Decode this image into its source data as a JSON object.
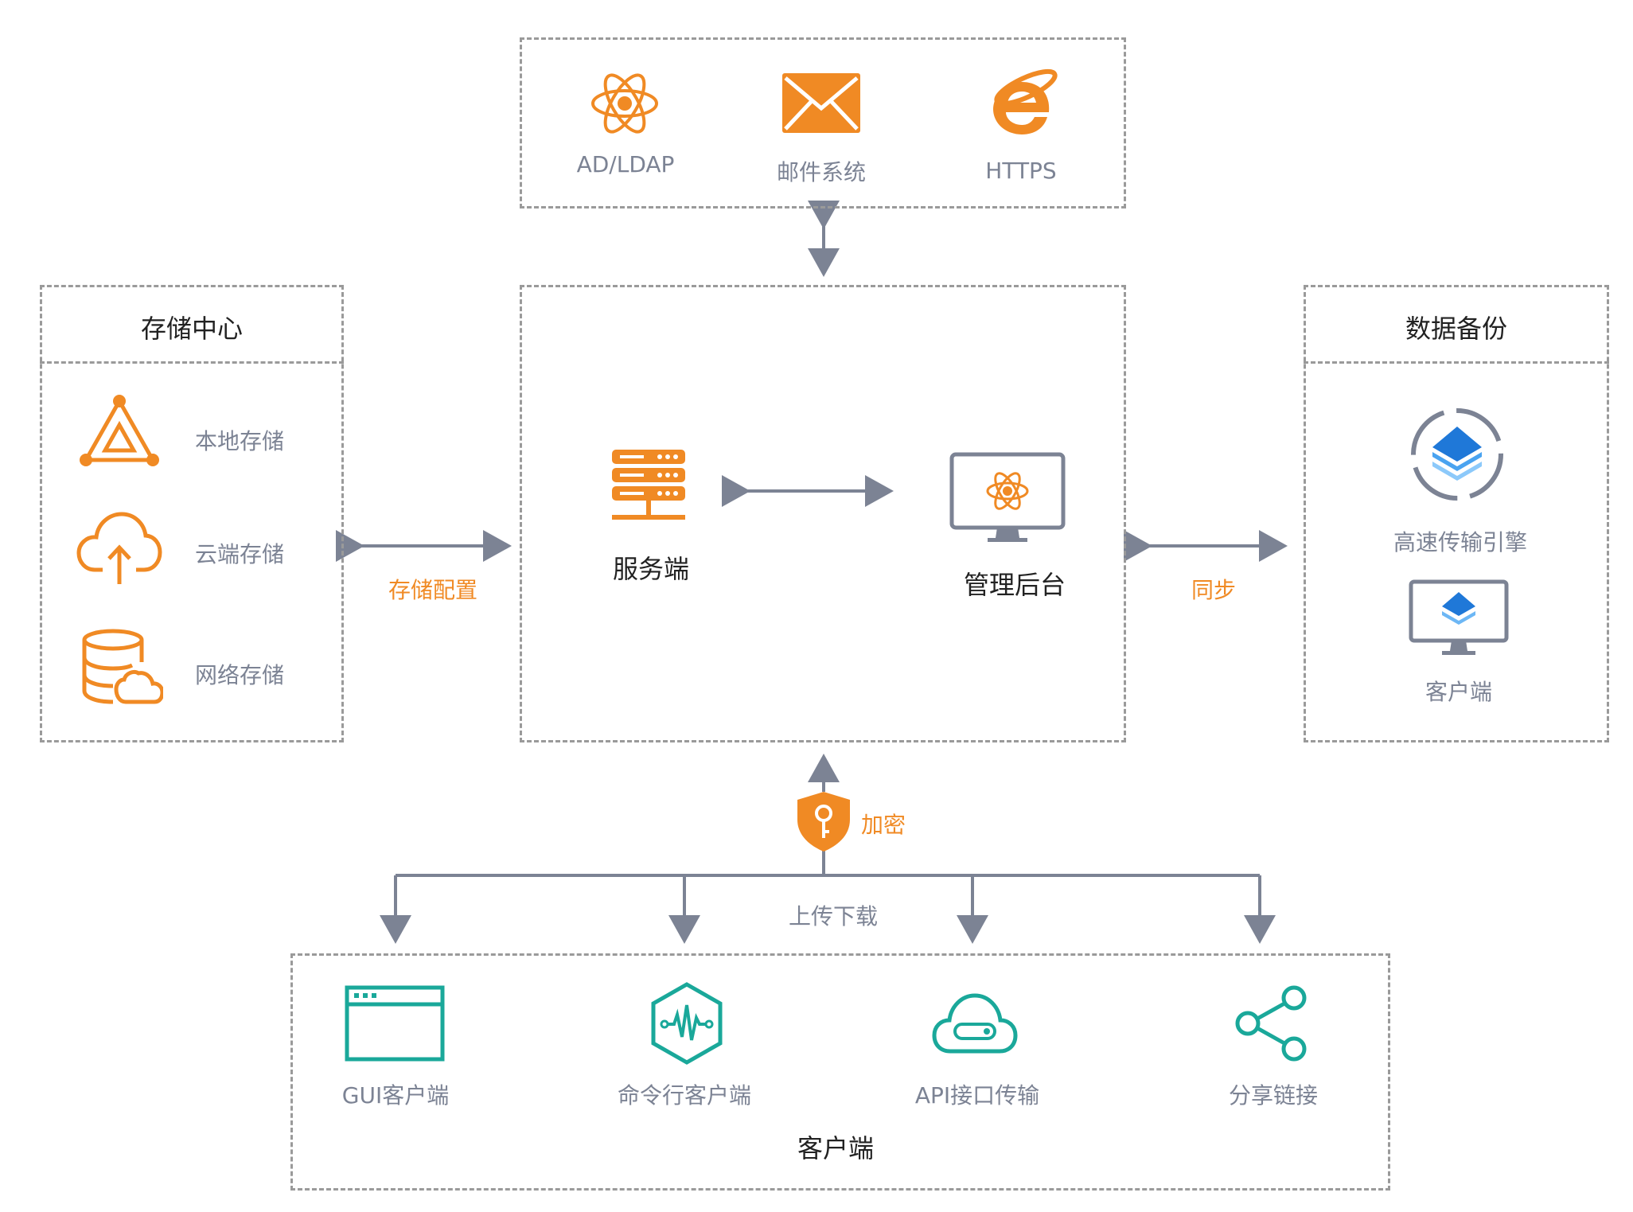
{
  "top_services": {
    "items": [
      {
        "label": "AD/LDAP",
        "icon": "atom-icon"
      },
      {
        "label": "邮件系统",
        "icon": "mail-icon"
      },
      {
        "label": "HTTPS",
        "icon": "ie-browser-icon"
      }
    ]
  },
  "storage_center": {
    "title": "存储中心",
    "items": [
      {
        "label": "本地存储",
        "icon": "triangle-nodes-icon"
      },
      {
        "label": "云端存储",
        "icon": "cloud-upload-icon"
      },
      {
        "label": "网络存储",
        "icon": "database-cloud-icon"
      }
    ]
  },
  "core": {
    "server_label": "服务端",
    "admin_label": "管理后台"
  },
  "backup": {
    "title": "数据备份",
    "engine_label": "高速传输引擎",
    "client_label": "客户端"
  },
  "connectors": {
    "storage_config": "存储配置",
    "sync": "同步",
    "encrypt": "加密",
    "upload_download": "上传下载"
  },
  "clients": {
    "title": "客户端",
    "items": [
      {
        "label": "GUI客户端",
        "icon": "window-icon"
      },
      {
        "label": "命令行客户端",
        "icon": "terminal-wave-icon"
      },
      {
        "label": "API接口传输",
        "icon": "cloud-api-icon"
      },
      {
        "label": "分享链接",
        "icon": "share-icon"
      }
    ]
  },
  "colors": {
    "orange": "#f08a24",
    "teal": "#1aa89a",
    "blue": "#2b8be6",
    "line": "#7c8394",
    "border": "#9a9a9a"
  }
}
